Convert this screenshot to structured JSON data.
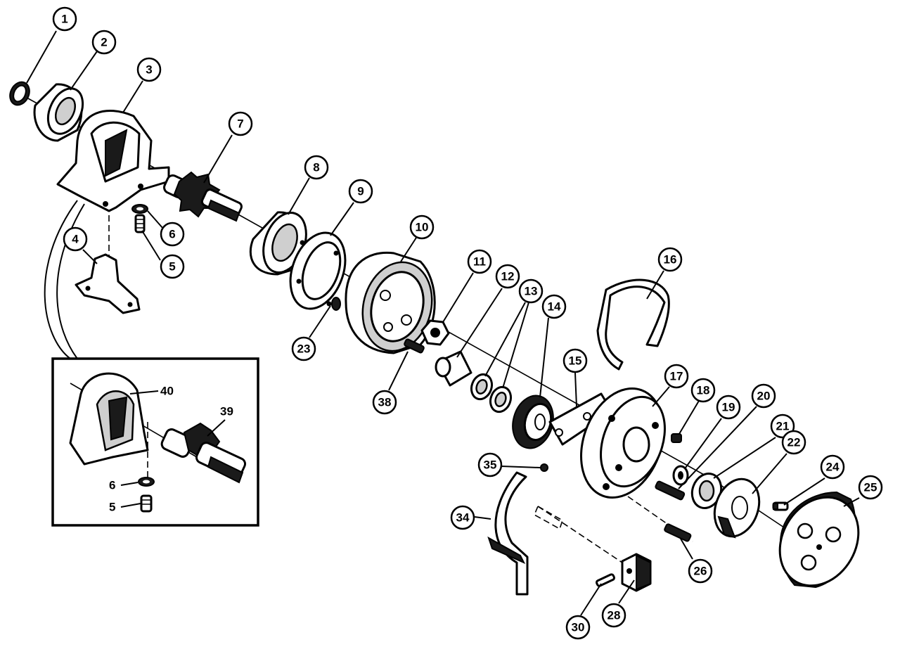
{
  "callouts": {
    "c1": "1",
    "c2": "2",
    "c3": "3",
    "c4": "4",
    "c5": "5",
    "c6": "6",
    "c7": "7",
    "c8": "8",
    "c9": "9",
    "c10": "10",
    "c11": "11",
    "c12": "12",
    "c13": "13",
    "c14": "14",
    "c15": "15",
    "c16": "16",
    "c17": "17",
    "c18": "18",
    "c19": "19",
    "c20": "20",
    "c21": "21",
    "c22": "22",
    "c23": "23",
    "c24": "24",
    "c25": "25",
    "c26": "26",
    "c28": "28",
    "c30": "30",
    "c34": "34",
    "c35": "35",
    "c38": "38"
  },
  "inset_labels": {
    "l40": "40",
    "l39": "39",
    "l6": "6",
    "l5": "5"
  },
  "colors": {
    "line": "#000000",
    "background": "#ffffff"
  }
}
